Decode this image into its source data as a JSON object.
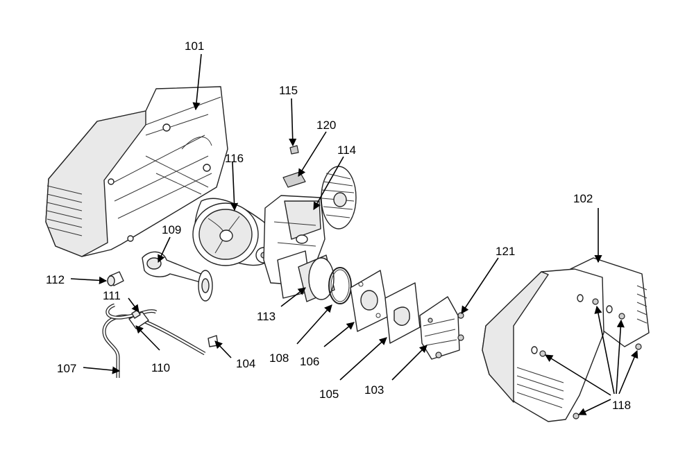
{
  "callouts": {
    "c101": "101",
    "c102": "102",
    "c103": "103",
    "c104": "104",
    "c105": "105",
    "c106": "106",
    "c107": "107",
    "c108": "108",
    "c109": "109",
    "c110": "110",
    "c111": "111",
    "c112": "112",
    "c113": "113",
    "c114": "114",
    "c115": "115",
    "c116": "116",
    "c118": "118",
    "c120": "120",
    "c121": "121"
  }
}
